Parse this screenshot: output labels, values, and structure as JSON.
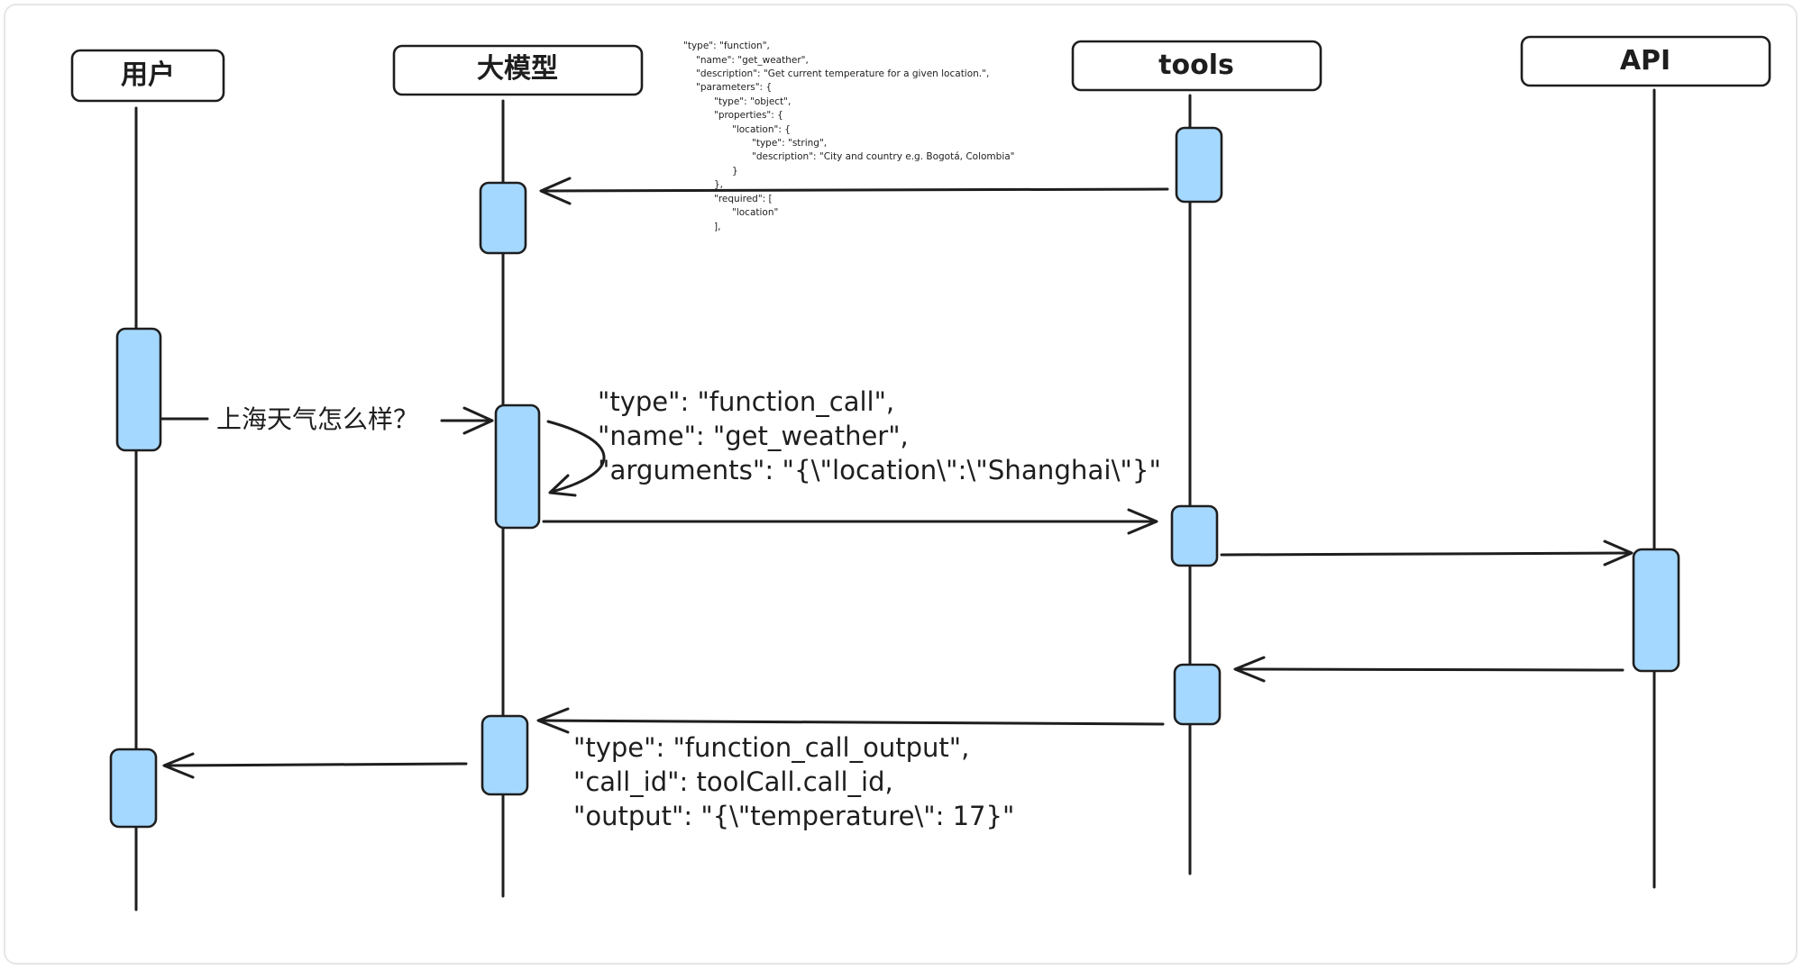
{
  "actors": {
    "user": "用户",
    "llm": "大模型",
    "tools": "tools",
    "api": "API"
  },
  "messages": {
    "question": "上海天气怎么样？"
  },
  "tool_definition": [
    "\"type\": \"function\",",
    "\"name\": \"get_weather\",",
    "\"description\": \"Get current temperature for a given location.\",",
    "\"parameters\": {",
    "\"type\": \"object\",",
    "\"properties\": {",
    "\"location\": {",
    "\"type\": \"string\",",
    "\"description\": \"City and country e.g. Bogotá, Colombia\"",
    "}",
    "},",
    "\"required\": [",
    "\"location\"",
    "],"
  ],
  "function_call": [
    "\"type\": \"function_call\",",
    "\"name\": \"get_weather\",",
    "\"arguments\": \"{\\\"location\\\":\\\"Shanghai\\\"}\""
  ],
  "function_call_output": [
    "\"type\": \"function_call_output\",",
    "\"call_id\": toolCall.call_id,",
    "\"output\": \"{\\\"temperature\\\": 17}\""
  ],
  "colors": {
    "activation_fill": "#a5d8ff",
    "stroke": "#1e1e1e",
    "background": "#ffffff"
  }
}
